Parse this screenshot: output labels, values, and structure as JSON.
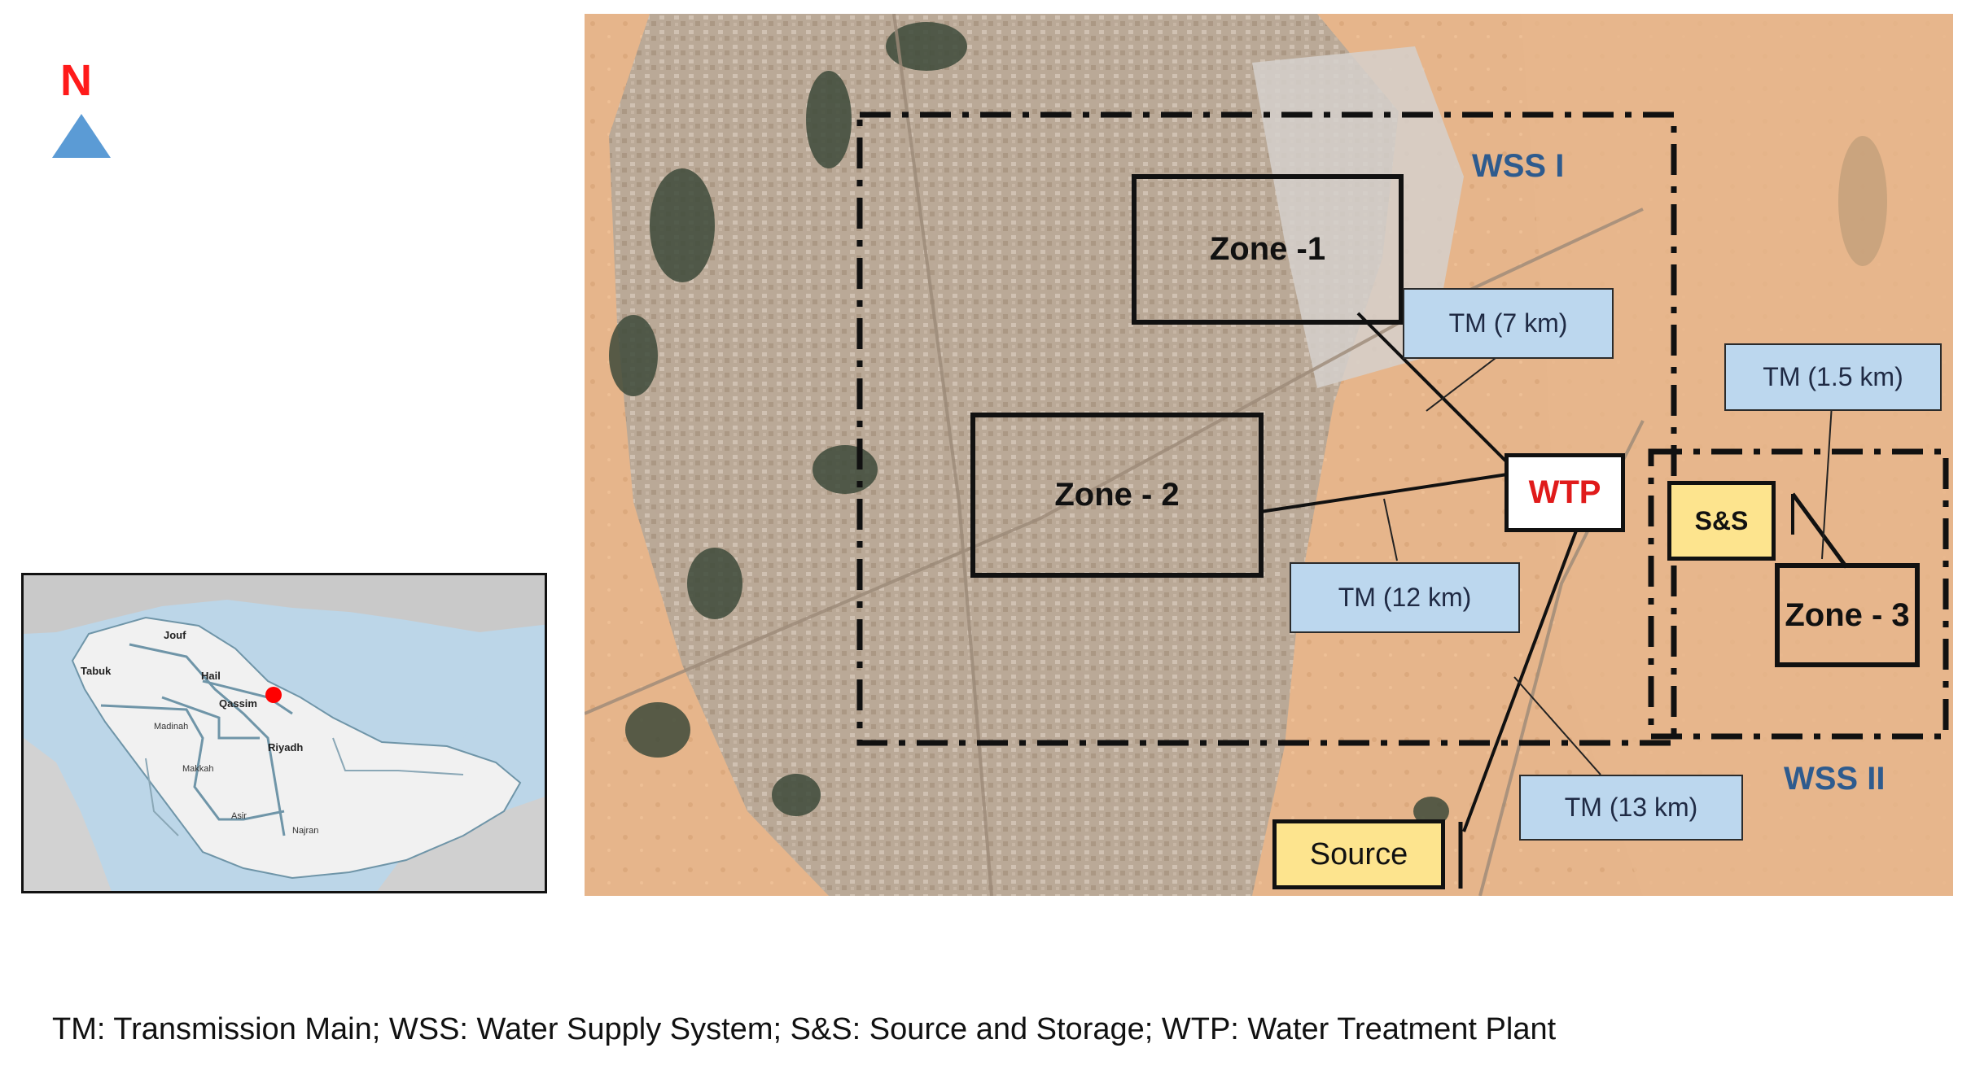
{
  "north_arrow": {
    "letter": "N",
    "letter_color": "#ff1a1a",
    "arrow_color": "#5b9bd5"
  },
  "inset_map": {
    "region_labels": [
      "Jouf",
      "Tabuk",
      "Hail",
      "Qassim",
      "Madinah",
      "Riyadh",
      "Makkah",
      "Asir",
      "Najran"
    ],
    "marker_color": "#ff0000",
    "marker_region": "Qassim"
  },
  "main_map": {
    "zones": [
      "Zone -1",
      "Zone - 2",
      "Zone - 3"
    ],
    "wtp_label": "WTP",
    "source_label": "Source",
    "ss_label": "S&S",
    "wss_labels": [
      "WSS I",
      "WSS II"
    ],
    "transmission_labels": {
      "tm1": "TM (7 km)",
      "tm2": "TM (12 km)",
      "tm3": "TM (13 km)",
      "tm4": "TM (1.5 km)"
    },
    "colors": {
      "wtp_text": "#e01b1b",
      "wss_text": "#2e5b8e",
      "tm_fill": "#bcd7ee",
      "yellow_fill": "#fde48e"
    }
  },
  "legend_text": "TM: Transmission Main; WSS: Water Supply System; S&S: Source and Storage; WTP: Water Treatment Plant"
}
